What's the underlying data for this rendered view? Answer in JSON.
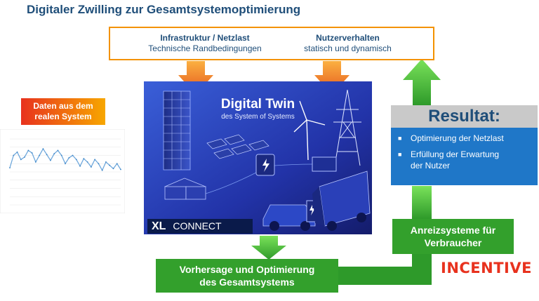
{
  "title": "Digitaler Zwilling zur Gesamtsystemoptimierung",
  "inputs": [
    {
      "heading": "Infrastruktur / Netzlast",
      "text": "Technische Randbedingungen"
    },
    {
      "heading": "Nutzerverhalten",
      "text": "statisch und dynamisch"
    }
  ],
  "twin": {
    "title": "Digital Twin",
    "subtitle": "des System of Systems"
  },
  "logo": {
    "xl": "XL",
    "connect": "CONNECT"
  },
  "source": {
    "label_line1": "Daten aus dem",
    "label_line2": "realen System"
  },
  "output": {
    "line1": "Vorhersage und Optimierung",
    "line2": "des Gesamtsystems"
  },
  "incentive_box": {
    "line1": "Anreizsysteme für",
    "line2": "Verbraucher"
  },
  "result": {
    "heading": "Resultat:",
    "items": [
      {
        "line1": "Optimierung der Netzlast"
      },
      {
        "line1": "Erfüllung der Erwartung",
        "line2": "der Nutzer"
      }
    ]
  },
  "project_logo": "INCENTIVE",
  "colors": {
    "accent_blue": "#1f4e79",
    "orange": "#f39200",
    "green": "#33a02c",
    "result_blue": "#1f77c8"
  },
  "chart_data": {
    "type": "line",
    "title": "",
    "series": [
      {
        "values": [
          45,
          60,
          64,
          55,
          58,
          66,
          63,
          52,
          60,
          68,
          61,
          54,
          62,
          66,
          60,
          50,
          57,
          60,
          55,
          47,
          56,
          52,
          46,
          55,
          50,
          42,
          52,
          48,
          44,
          50,
          43
        ]
      }
    ],
    "ylim": [
      0,
      80
    ],
    "grid": true
  }
}
